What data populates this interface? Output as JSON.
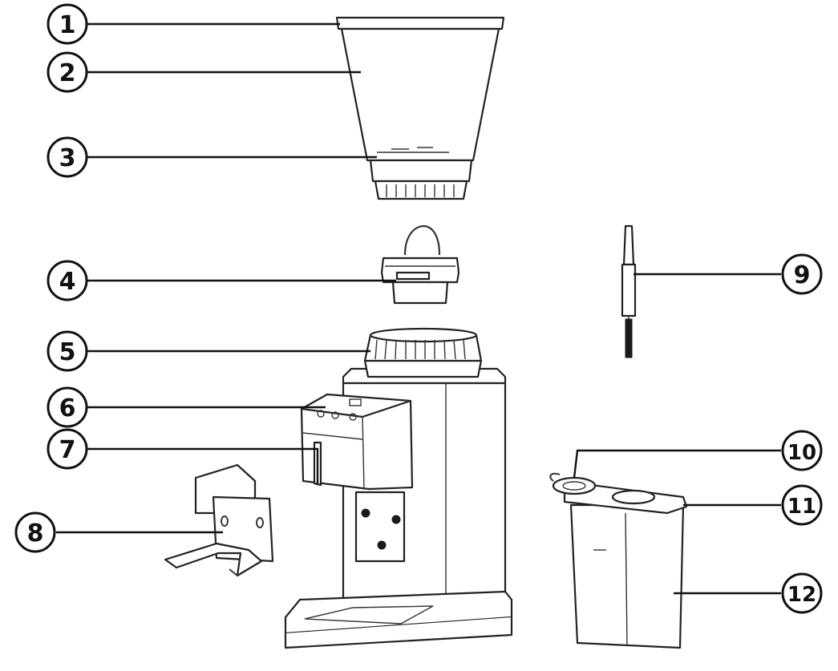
{
  "callouts": [
    {
      "num": "1"
    },
    {
      "num": "2"
    },
    {
      "num": "3"
    },
    {
      "num": "4"
    },
    {
      "num": "5"
    },
    {
      "num": "6"
    },
    {
      "num": "7"
    },
    {
      "num": "8"
    },
    {
      "num": "9"
    },
    {
      "num": "10"
    },
    {
      "num": "11"
    },
    {
      "num": "12"
    }
  ],
  "colors": {
    "line": "#111111",
    "fill": "#ffffff"
  }
}
